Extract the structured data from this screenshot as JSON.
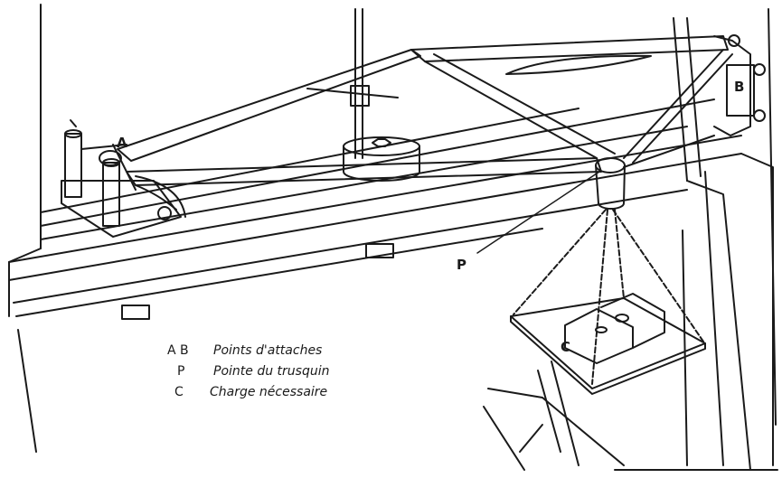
{
  "labels": {
    "a": "A",
    "b": "B",
    "p": "P",
    "c": "C"
  },
  "legend": [
    {
      "key": "A B",
      "text": "Points d'attaches"
    },
    {
      "key": "P",
      "text": "Pointe du trusquin"
    },
    {
      "key": "C",
      "text": "Charge nécessaire"
    }
  ],
  "colors": {
    "ink": "#1a1a1a",
    "paper": "#ffffff"
  }
}
